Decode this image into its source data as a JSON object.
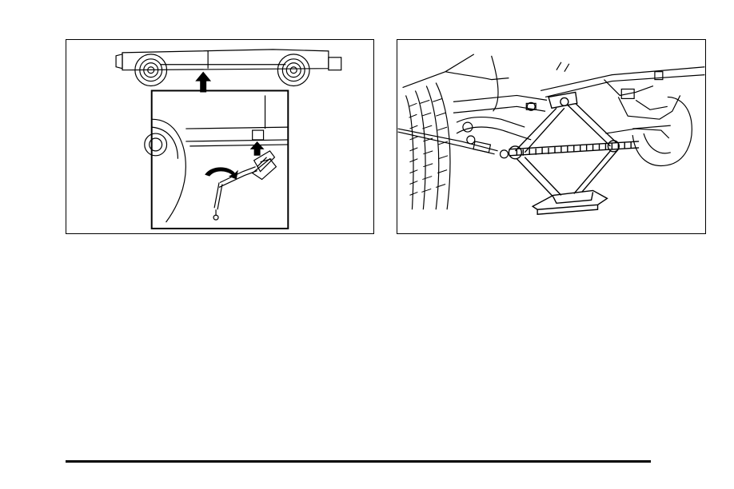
{
  "figures": [
    {
      "id": "vehicle-jacking-location",
      "icon": "vehicle-jack-location-illustration"
    },
    {
      "id": "scissor-jack-under-axle",
      "icon": "scissor-jack-illustration"
    }
  ],
  "colors": {
    "line": "#000000",
    "background": "#ffffff"
  }
}
